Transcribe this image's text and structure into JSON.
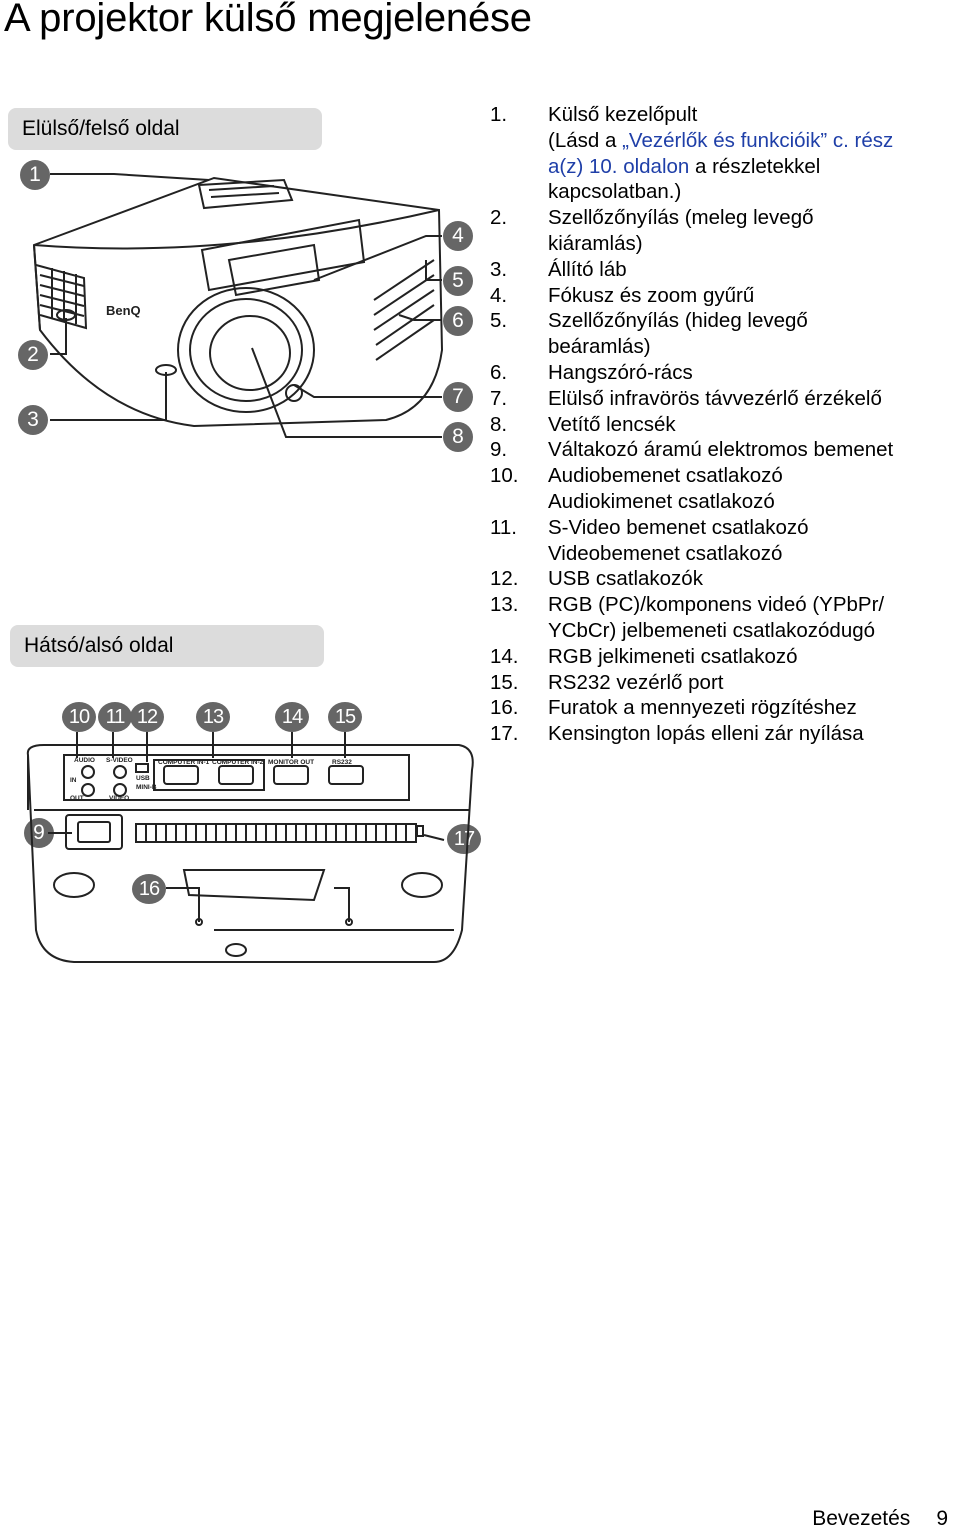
{
  "page": {
    "title": "A projektor külső megjelenése"
  },
  "sections": {
    "front": "Elülső/felső oldal",
    "back": "Hátsó/alsó oldal"
  },
  "callouts": {
    "front": [
      "1",
      "2",
      "3",
      "4",
      "5",
      "6",
      "7",
      "8"
    ],
    "back": [
      "10",
      "11",
      "12",
      "13",
      "14",
      "15",
      "9",
      "17",
      "16"
    ]
  },
  "port_labels": {
    "audio": "AUDIO",
    "svideo": "S-VIDEO",
    "in": "IN",
    "out": "OUT",
    "video": "VIDEO",
    "usb": "USB",
    "mini": "MINI-B",
    "comp1": "COMPUTER IN-1",
    "comp2": "COMPUTER IN-2",
    "monitor": "MONITOR OUT",
    "rs232": "RS232",
    "brand": "BenQ"
  },
  "items": [
    {
      "num": "1.",
      "lines": [
        "Külső kezelőpult"
      ],
      "ref_pre": "(Lásd a ",
      "ref_link": "„Vezérlők és funkcióik” c. rész",
      "ref_link2": "a(z) 10. oldalon",
      "ref_post1": " a részletekkel",
      "ref_post2": "kapcsolatban.)"
    },
    {
      "num": "2.",
      "text": "Szellőzőnyílás (meleg levegő",
      "text2": "kiáramlás)"
    },
    {
      "num": "3.",
      "text": "Állító láb"
    },
    {
      "num": "4.",
      "text": "Fókusz és zoom gyűrű"
    },
    {
      "num": "5.",
      "text": "Szellőzőnyílás (hideg levegő",
      "text2": "beáramlás)"
    },
    {
      "num": "6.",
      "text": "Hangszóró-rács"
    },
    {
      "num": "7.",
      "text": "Elülső infravörös távvezérlő érzékelő"
    },
    {
      "num": "8.",
      "text": "Vetítő lencsék"
    },
    {
      "num": "9.",
      "text": "Váltakozó áramú elektromos bemenet"
    },
    {
      "num": "10.",
      "text": "Audiobemenet csatlakozó",
      "text2": "Audiokimenet csatlakozó"
    },
    {
      "num": "11.",
      "text": "S-Video bemenet csatlakozó",
      "text2": "Videobemenet csatlakozó"
    },
    {
      "num": "12.",
      "text": "USB csatlakozók"
    },
    {
      "num": "13.",
      "text": "RGB (PC)/komponens videó (YPbPr/",
      "text2": "YCbCr) jelbemeneti csatlakozódugó"
    },
    {
      "num": "14.",
      "text": "RGB jelkimeneti csatlakozó"
    },
    {
      "num": "15.",
      "text": "RS232 vezérlő port"
    },
    {
      "num": "16.",
      "text": "Furatok a mennyezeti rögzítéshez"
    },
    {
      "num": "17.",
      "text": "Kensington lopás elleni zár nyílása"
    }
  ],
  "footer": {
    "section": "Bevezetés",
    "page_number": "9"
  }
}
